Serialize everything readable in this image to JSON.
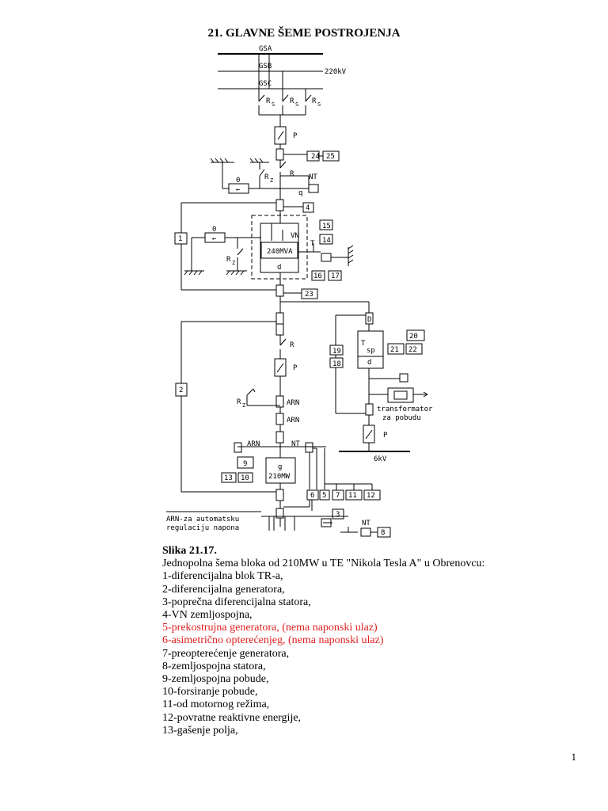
{
  "page": {
    "title": "21. GLAVNE ŠEME POSTROJENJA",
    "page_number": "1"
  },
  "diagram": {
    "bus_labels": [
      "GSA",
      "GSB",
      "GSC"
    ],
    "voltage_hv": "220kV",
    "switch_rs": "R",
    "sub_s": "S",
    "p_label": "P",
    "r_label": "R",
    "sub_z": "Z",
    "nt_label": "NT",
    "q_label": "q",
    "zero": "0",
    "arrow_left": "←",
    "vn": "VN",
    "t_label": "T",
    "mva": "240MVA",
    "d_label": "d",
    "arn": "ARN",
    "g_label": "g",
    "gen_rating": "210MW",
    "tsp_t": "T",
    "tsp_sp": "sp",
    "big_d": "D",
    "transformer_text_1": "transformator",
    "transformer_text_2": "za pobudu",
    "lv_voltage": "6kV",
    "arn_note_1": "ARN-za automatsku",
    "arn_note_2": "regulaciju napona",
    "boxes": {
      "b1": "1",
      "b2": "2",
      "b3": "3",
      "b4": "4",
      "b5": "5",
      "b6": "6",
      "b7": "7",
      "b8": "8",
      "b9": "9",
      "b10": "10",
      "b11": "11",
      "b12": "12",
      "b13": "13",
      "b14": "14",
      "b15": "15",
      "b16": "16",
      "b17": "17",
      "b18": "18",
      "b19": "19",
      "b20": "20",
      "b21": "21",
      "b22": "22",
      "b23": "23",
      "b24": "24",
      "b25": "25"
    }
  },
  "caption": {
    "figure_label": "Slika 21.17.",
    "description": "Jednopolna šema bloka od 210MW u TE \"Nikola Tesla A\" u Obrenovcu:",
    "items": [
      "1-diferencijalna blok TR-a,",
      "2-diferencijalna generatora,",
      "3-poprečna diferencijalna statora,",
      "4-VN zemljospojna,",
      "5-prekostrujna generatora, (nema naponski ulaz)",
      "6-asimetrično opterećenjeg, (nema naponski ulaz)",
      "7-preopterećenje generatora,",
      "8-zemljospojna statora,",
      "9-zemljospojna pobude,",
      "10-forsiranje pobude,",
      "11-od motornog režima,",
      "12-povratne reaktivne energije,",
      "13-gašenje polja,"
    ],
    "highlight_color": "#e02020"
  }
}
